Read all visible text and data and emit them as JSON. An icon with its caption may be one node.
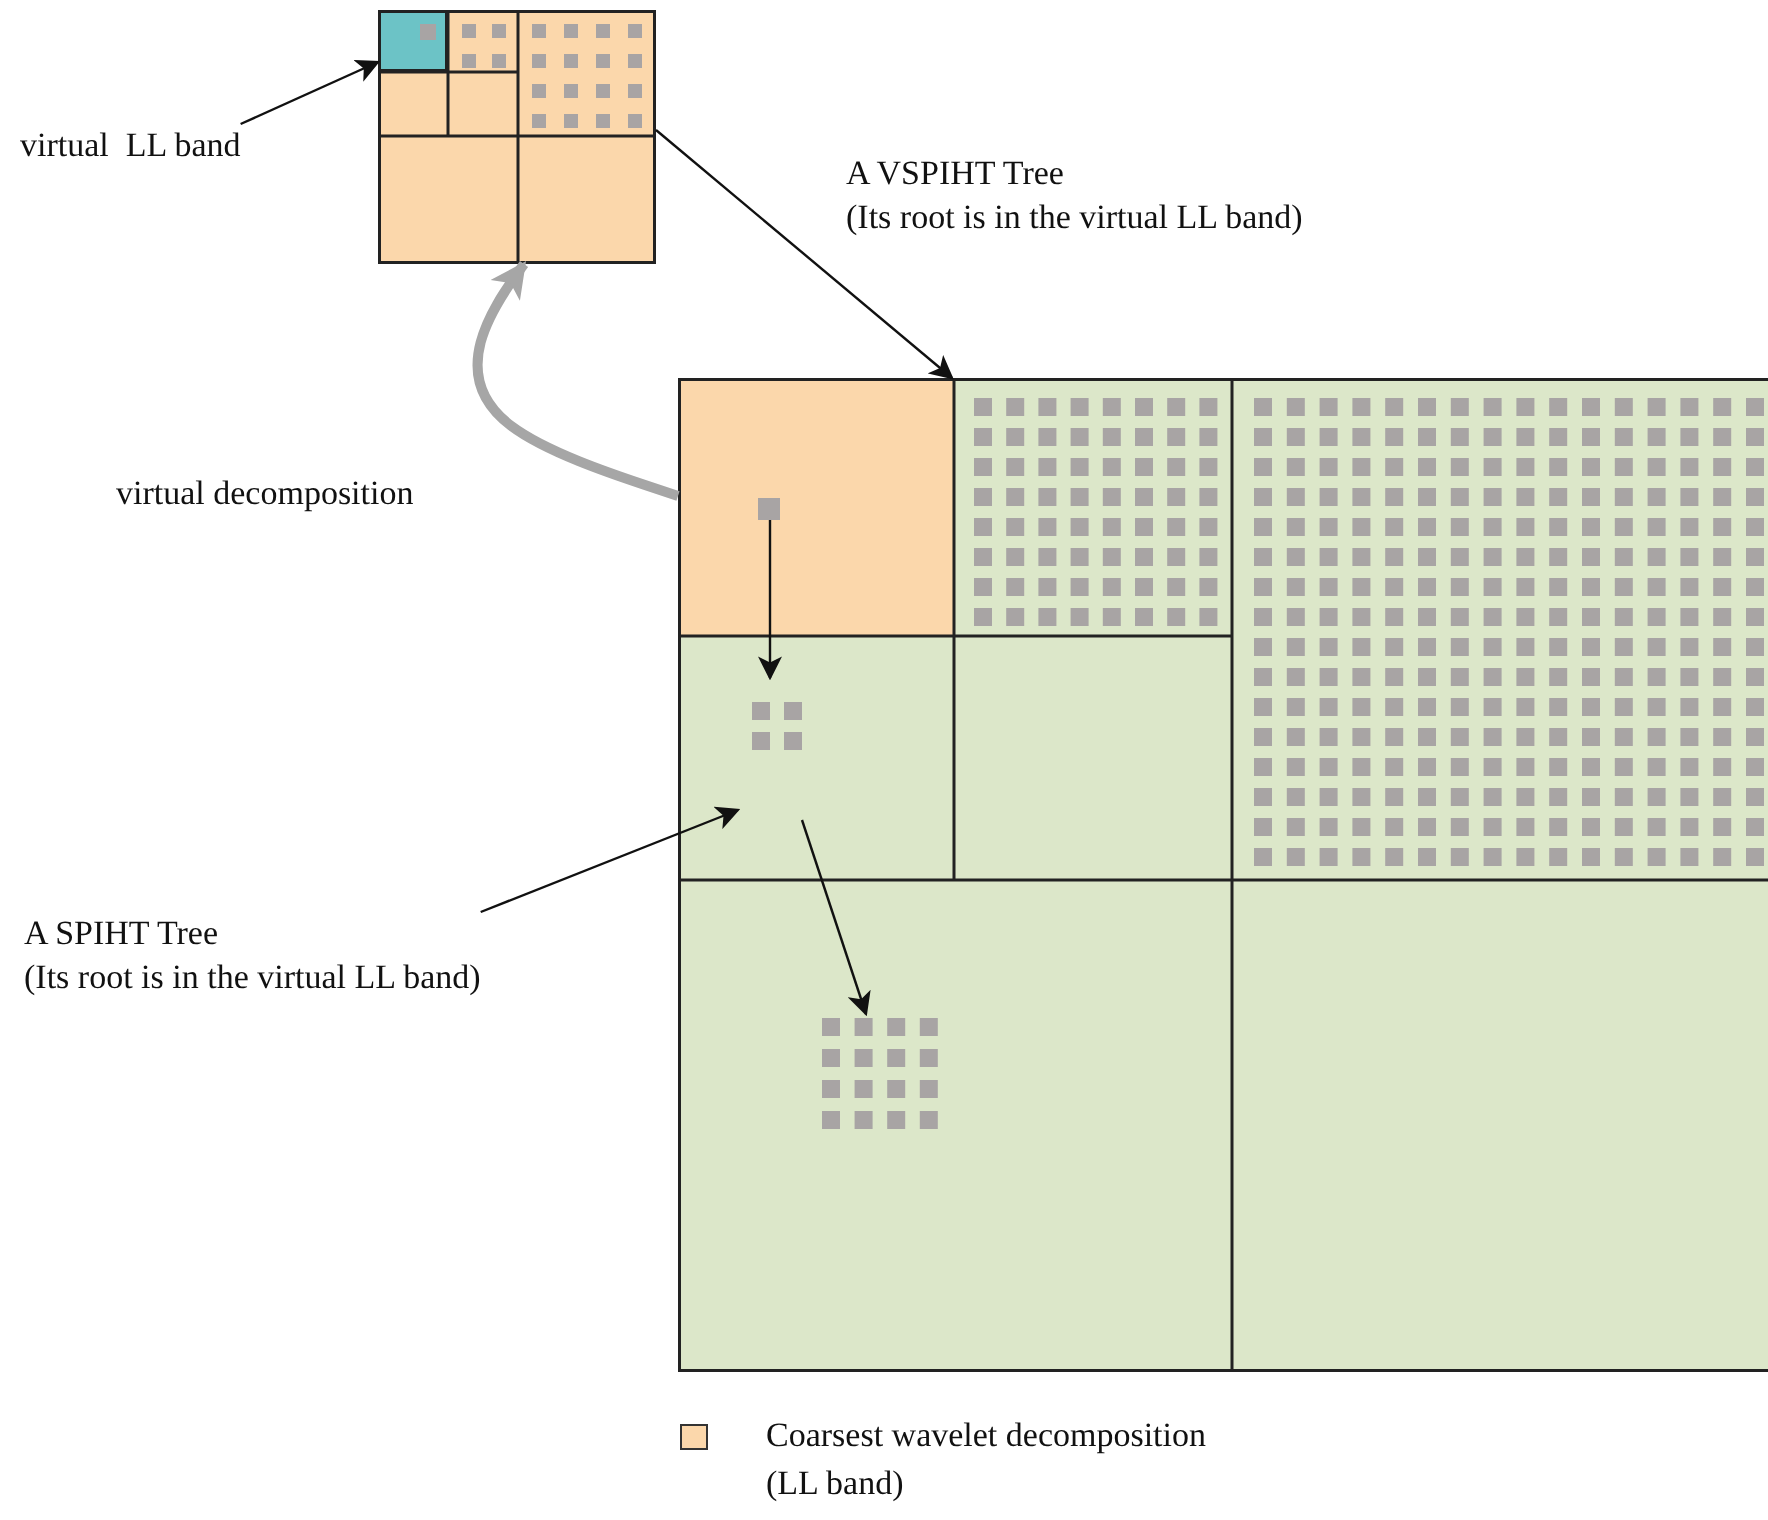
{
  "diagram": {
    "nodes": [
      {
        "text": [],
        "shape": "box"
      },
      {
        "text": [],
        "shape": "box",
        "in": 0
      },
      {
        "text": [
          "virtual  LL band"
        ]
      },
      {
        "text": [],
        "shape": "box"
      },
      {
        "text": [],
        "shape": "box",
        "in": 3
      },
      {
        "text": [],
        "shape": "box",
        "in": 3
      },
      {
        "text": [],
        "shape": "box",
        "in": 3
      },
      {
        "text": [
          "A SPIHT Tree",
          "(Its root is in the virtual LL band)"
        ]
      }
    ],
    "edges": [
      {
        "from": 2,
        "to": 1,
        "arrow": "to"
      },
      {
        "from": 0,
        "to": 3,
        "arrow": "to"
      },
      {
        "from": 3,
        "to": 0,
        "arrow": "to",
        "style": "thick",
        "color": "#a6a6a6"
      },
      {
        "from": 4,
        "to": 5,
        "arrow": "to"
      },
      {
        "from": 5,
        "to": 6,
        "arrow": "to"
      },
      {
        "from": 7,
        "to": 5,
        "arrow": "to"
      }
    ],
    "labels": [
      "A VSPIHT Tree",
      "(Its root is in the virtual LL band)",
      "virtual decomposition"
    ],
    "legend": [
      {
        "text": "Coarsest wavelet decomposition (LL band)",
        "color": "#fbd7ab"
      }
    ]
  }
}
